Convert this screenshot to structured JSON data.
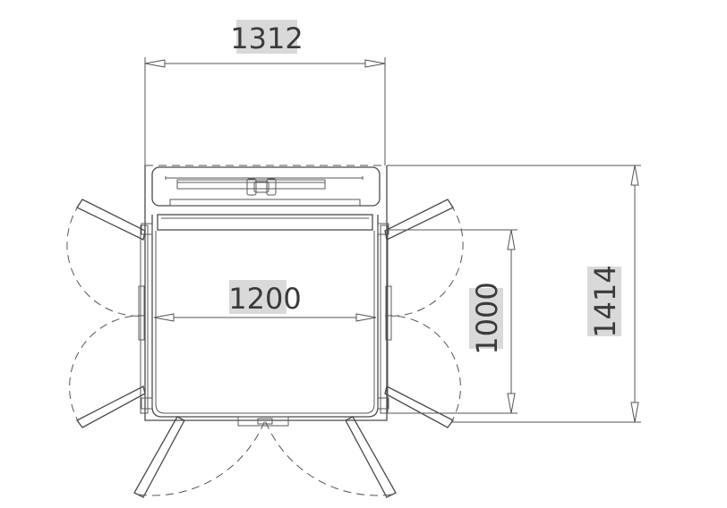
{
  "dimensions": {
    "outer_width": "1312",
    "inner_width": "1200",
    "inner_depth": "1000",
    "outer_depth": "1414"
  },
  "colors": {
    "line": "#4a4a4a",
    "label_background": "#d9d9d9",
    "label_text": "#3a3a3a"
  }
}
